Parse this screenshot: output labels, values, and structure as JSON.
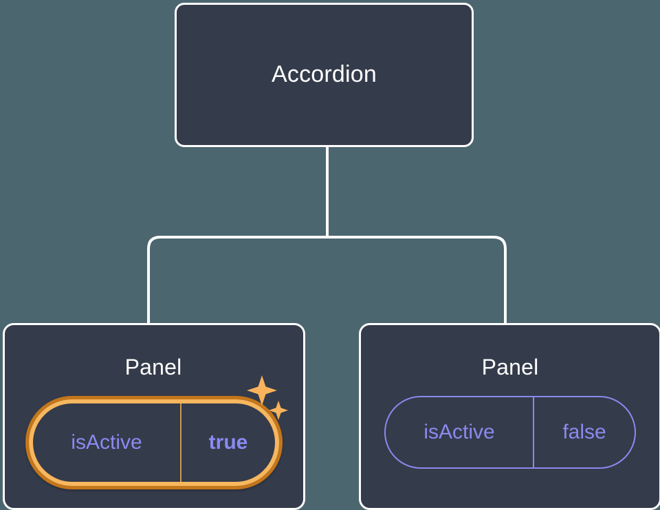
{
  "diagram": {
    "type": "component-tree",
    "background_color": "#4c6670",
    "node_fill_color": "#343b4a",
    "node_border_color": "#ffffff",
    "connector_color": "#ffffff",
    "accent_highlight_color": "#f7b75f",
    "accent_highlight_outer_color": "#c4761b",
    "prop_text_color": "#8a8af0",
    "root": {
      "title": "Accordion"
    },
    "children": [
      {
        "title": "Panel",
        "highlighted": true,
        "prop": {
          "key": "isActive",
          "value": "true",
          "value_bold": true
        },
        "sparkle_icon": "sparkles-icon"
      },
      {
        "title": "Panel",
        "highlighted": false,
        "prop": {
          "key": "isActive",
          "value": "false",
          "value_bold": false
        }
      }
    ]
  }
}
